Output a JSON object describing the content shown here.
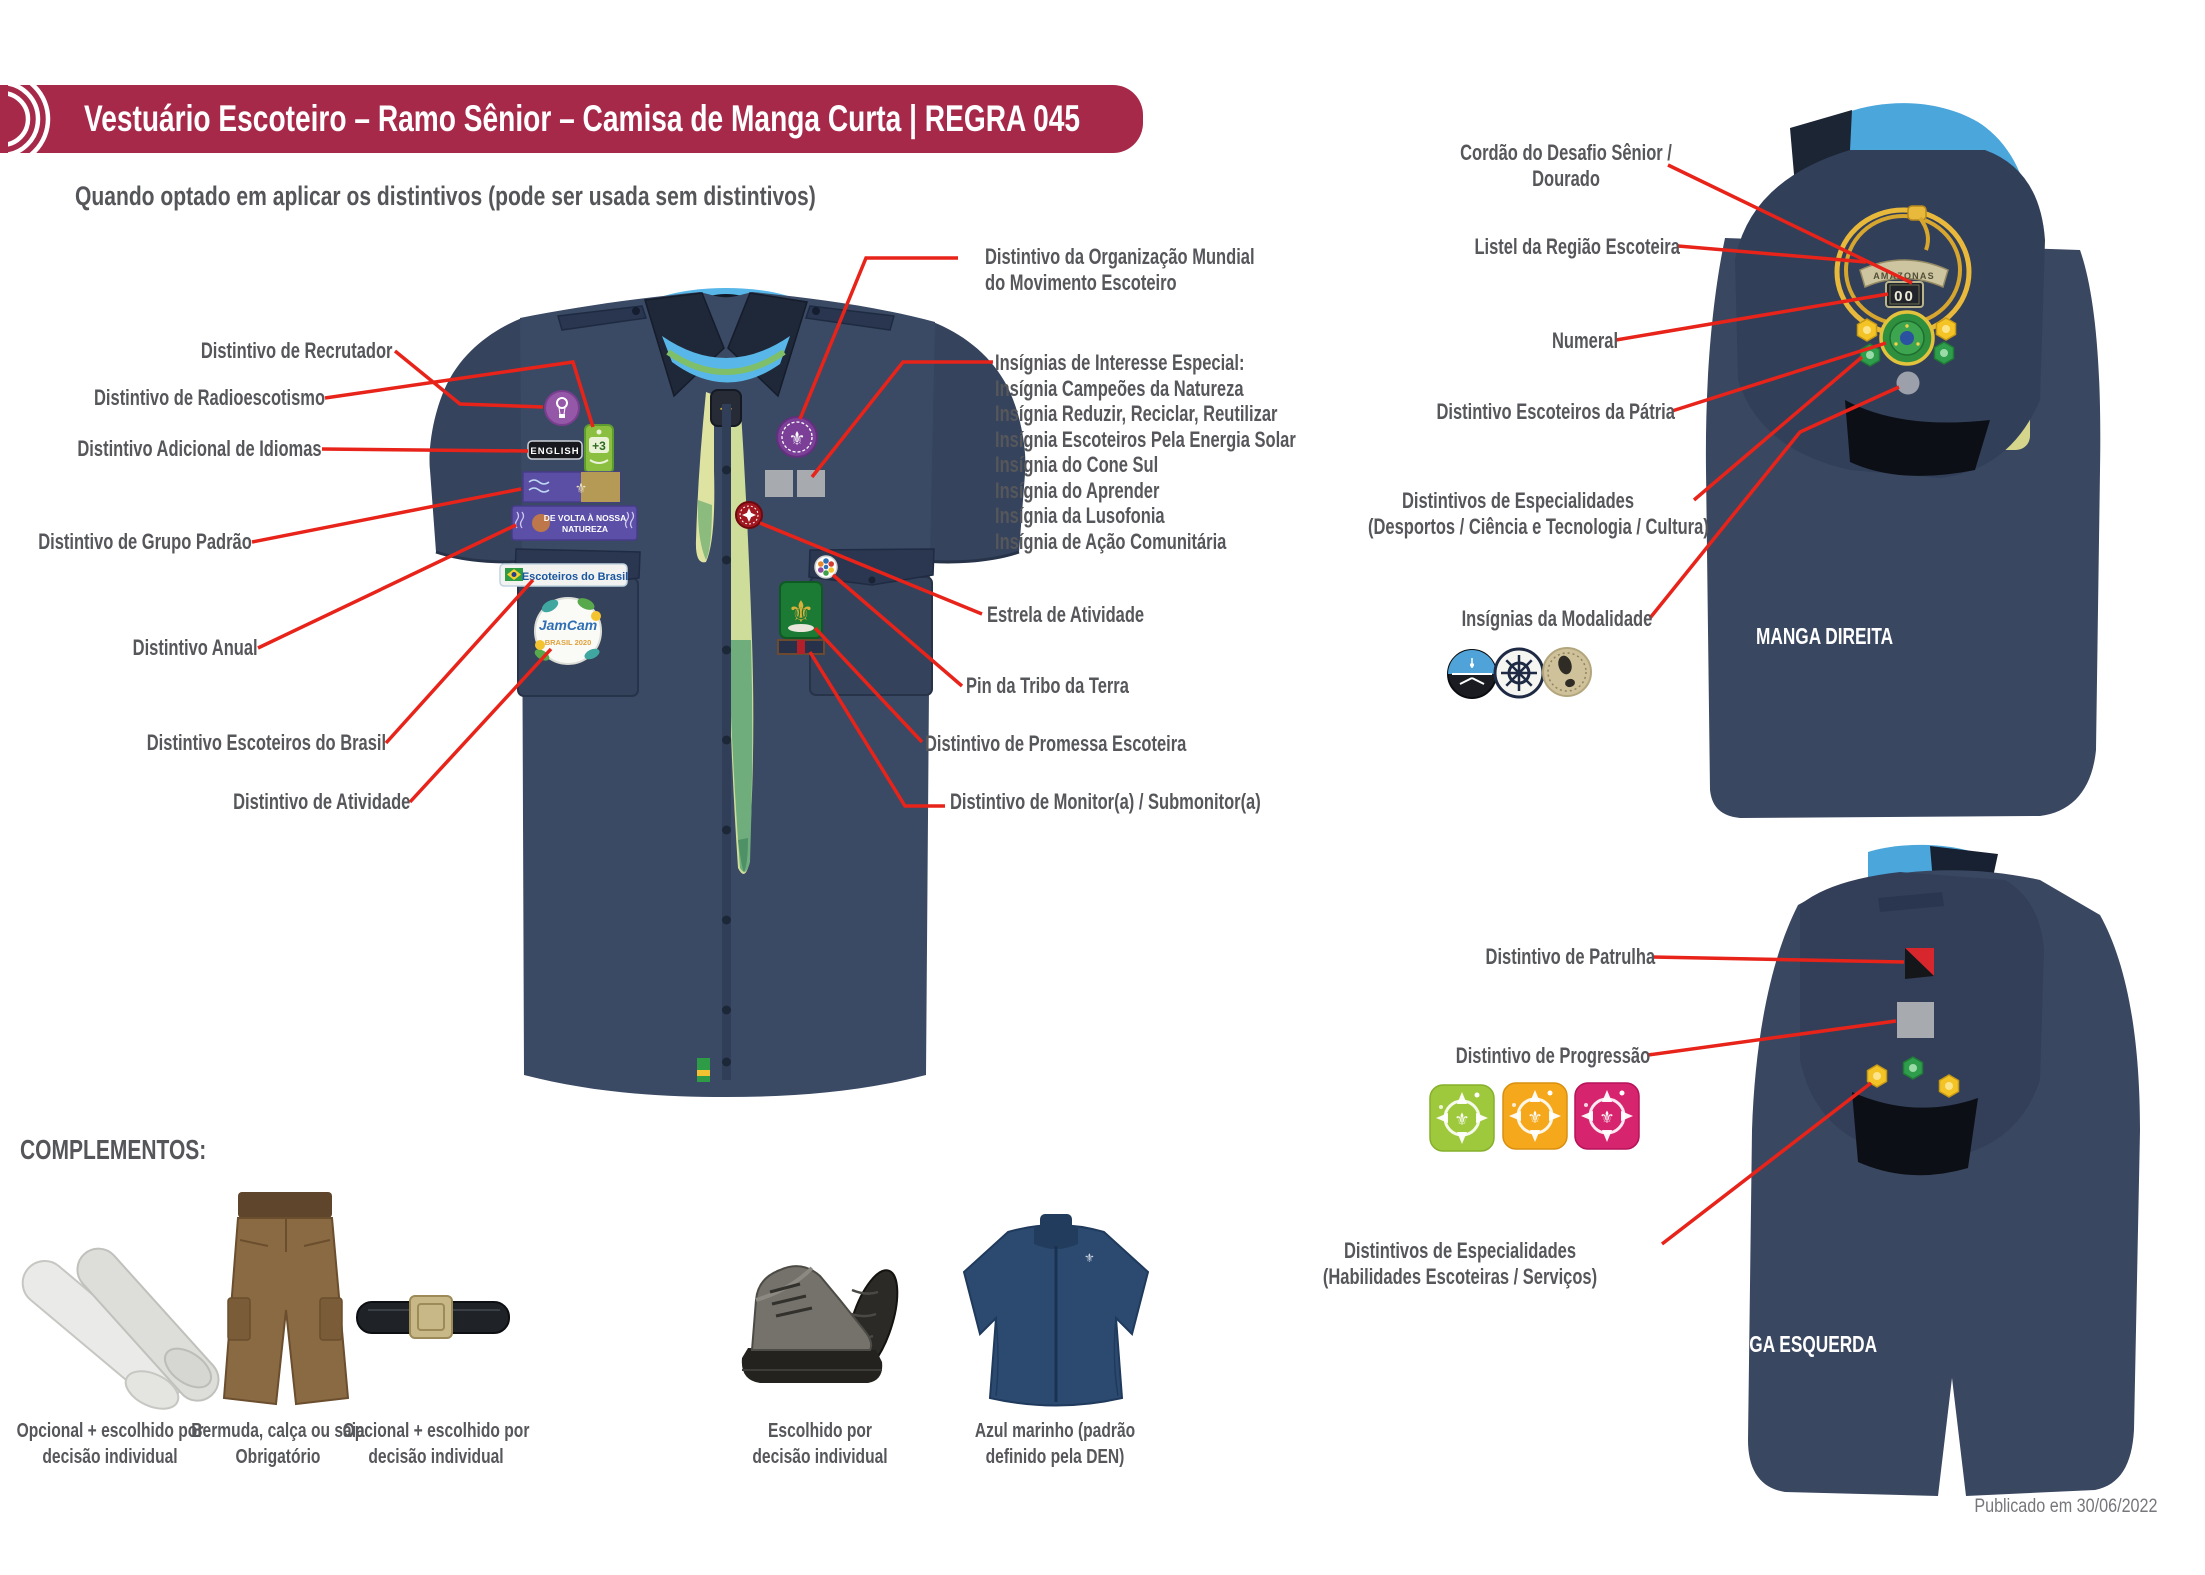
{
  "banner": {
    "title": "Vestuário Escoteiro – Ramo Sênior – Camisa de Manga Curta | REGRA 045",
    "bg": "#A7294A"
  },
  "subtitle": "Quando optado em aplicar os distintivos (pode ser usada sem distintivos)",
  "front": {
    "labels_left": [
      "Distintivo de Recrutador",
      "Distintivo de Radioescotismo",
      "Distintivo Adicional de Idiomas",
      "Distintivo de Grupo Padrão",
      "Distintivo Anual",
      "Distintivo Escoteiros do Brasil",
      "Distintivo de Atividade"
    ],
    "wosm_line1": "Distintivo da Organização Mundial",
    "wosm_line2": "do Movimento Escoteiro",
    "interesse_titulo": "Insígnias de Interesse Especial:",
    "interesse_itens": [
      "Insígnia Campeões da Natureza",
      "Insígnia Reduzir, Reciclar, Reutilizar",
      "Insígnia Escoteiros Pela Energia Solar",
      "Insígnia do Cone Sul",
      "Insígnia do Aprender",
      "Insígnia da Lusofonia",
      "Insígnia de Ação Comunitária"
    ],
    "estrela": "Estrela de Atividade",
    "pin_tribo": "Pin da Tribo da Terra",
    "promessa": "Distintivo de Promessa Escoteira",
    "monitor": "Distintivo de Monitor(a) / Submonitor(a)"
  },
  "manga_direita": {
    "cordao_line1": "Cordão do Desafio Sênior /",
    "cordao_line2": "Dourado",
    "listel": "Listel da Região Escoteira",
    "numeral": "Numeral",
    "patria": "Distintivo Escoteiros da Pátria",
    "especialidades_line1": "Distintivos de Especialidades",
    "especialidades_line2": "(Desportos / Ciência e Tecnologia / Cultura)",
    "modalidade": "Insígnias da Modalidade",
    "caption": "MANGA DIREITA"
  },
  "manga_esquerda": {
    "patrulha": "Distintivo de Patrulha",
    "progressao": "Distintivo de Progressão",
    "especialidades_line1": "Distintivos de Especialidades",
    "especialidades_line2": "(Habilidades Escoteiras / Serviços)",
    "caption": "MANGA ESQUERDA"
  },
  "badges": {
    "english": "ENGLISH",
    "idiomas_mais": "+3",
    "anual_line1": "DE VOLTA À NOSSA",
    "anual_line2": "NATUREZA",
    "eb": "Escoteiros do Brasil",
    "jamcam_line1": "JamCam",
    "jamcam_line2": "BRASIL 2020",
    "listel_regiao": "AMAZONAS",
    "numeral_valor": "00"
  },
  "complementos": {
    "titulo": "COMPLEMENTOS:",
    "itens": [
      {
        "nome": "meias",
        "linha1": "Opcional + escolhido por",
        "linha2": "decisão individual"
      },
      {
        "nome": "bermuda",
        "linha1": "Bermuda, calça ou saia",
        "linha2": "Obrigatório"
      },
      {
        "nome": "cinto",
        "linha1": "Opcional + escolhido por",
        "linha2": "decisão individual"
      },
      {
        "nome": "calcado",
        "linha1": "Escolhido por",
        "linha2": "decisão individual"
      },
      {
        "nome": "jaqueta",
        "linha1": "Azul marinho (padrão",
        "linha2": "definido pela DEN)"
      }
    ]
  },
  "rodape": "Publicado em 30/06/2022",
  "colors": {
    "banner": "#A7294A",
    "line": "#E8231A",
    "shirt": "#3A4964",
    "label": "#56575B"
  }
}
